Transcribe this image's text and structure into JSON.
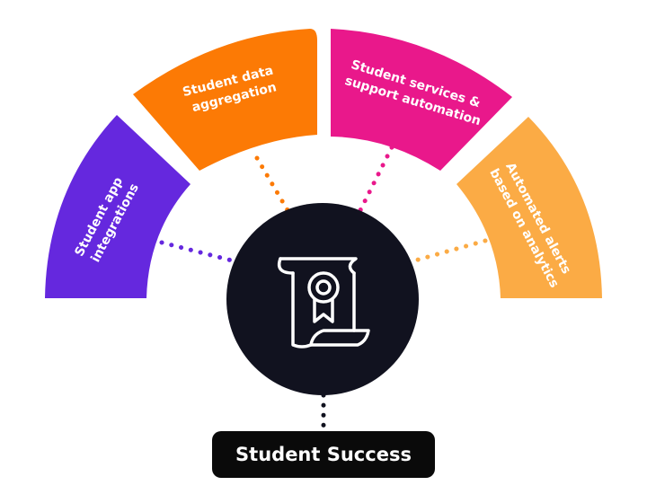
{
  "segments": [
    {
      "id": "student-app-integrations",
      "lines": [
        "Student app",
        "integrations"
      ],
      "color": "#6528de"
    },
    {
      "id": "student-data-aggregation",
      "lines": [
        "Student data",
        "aggregation"
      ],
      "color": "#fc7a05"
    },
    {
      "id": "student-services-support-automation",
      "lines": [
        "Student services &",
        "support automation"
      ],
      "color": "#e9188b"
    },
    {
      "id": "automated-alerts-analytics",
      "lines": [
        "Automated alerts",
        "based on analytics"
      ],
      "color": "#fbab45"
    }
  ],
  "hub": {
    "color": "#11121f",
    "icon": "certificate-scroll-icon"
  },
  "badge": {
    "label": "Student Success"
  }
}
